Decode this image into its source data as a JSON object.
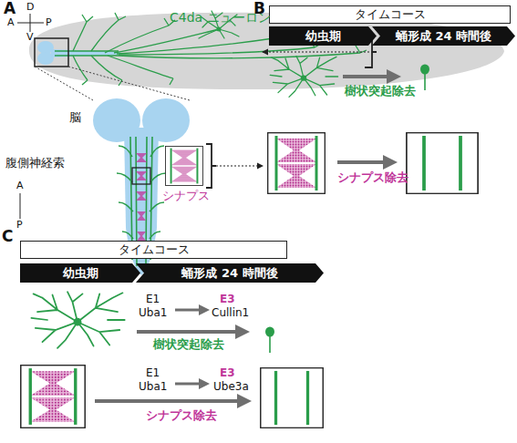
{
  "diagram": {
    "nodes": [
      {
        "text": [
          "タイムコース"
        ]
      },
      {
        "text": [
          "幼虫期"
        ]
      },
      {
        "text": [
          "蛹形成 24 時間後"
        ]
      },
      {
        "text": [
          "タイムコース"
        ]
      },
      {
        "text": [
          "幼虫期"
        ]
      },
      {
        "text": [
          "蛹形成 24 時間後"
        ]
      }
    ],
    "labels": [
      "A",
      "D",
      "A",
      "P",
      "V",
      "C4da ニューロン",
      "脳",
      "腹側神経索",
      "A",
      "P",
      "シナプス",
      "B",
      "樹状突起除去",
      "シナプス除去",
      "C",
      "E1",
      "Uba1",
      "E3",
      "Cullin1",
      "樹状突起除去",
      "E1",
      "Uba1",
      "E3",
      "Ube3a",
      "シナプス除去"
    ]
  }
}
